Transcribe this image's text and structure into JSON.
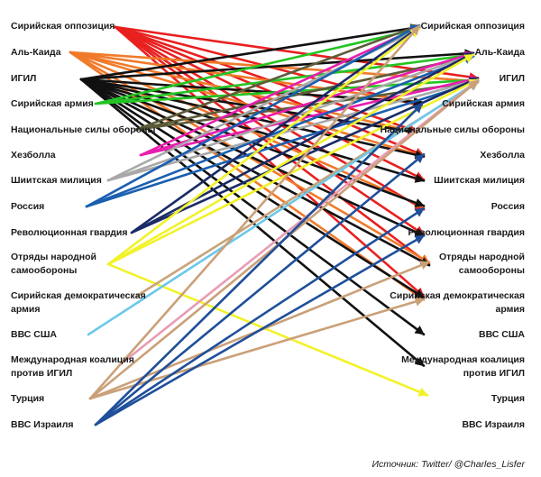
{
  "actors": [
    {
      "id": "syr_opp",
      "label": "Сирийская оппозиция",
      "color": "#e8201f"
    },
    {
      "id": "alqaeda",
      "label": "Аль-Каида",
      "color": "#f07a2a"
    },
    {
      "id": "isis",
      "label": "ИГИЛ",
      "color": "#111111"
    },
    {
      "id": "syr_army",
      "label": "Сирийская армия",
      "color": "#22c522"
    },
    {
      "id": "ndf",
      "label": "Национальные силы обороны",
      "color": "#5c5c3a"
    },
    {
      "id": "hezbollah",
      "label": "Хезболла",
      "color": "#e81eae"
    },
    {
      "id": "shia",
      "label": "Шиитская милиция",
      "color": "#a9a9a9"
    },
    {
      "id": "russia",
      "label": "Россия",
      "color": "#1a5fb0"
    },
    {
      "id": "irgc",
      "label": "Революционная гвардия",
      "color": "#1a2b66"
    },
    {
      "id": "ypg",
      "label": "Отряды народной самообороны",
      "color": "#f2f22a"
    },
    {
      "id": "sdf",
      "label": "Сирийская демократическая армия",
      "color": "#c8a47a"
    },
    {
      "id": "usaf",
      "label": "ВВС США",
      "color": "#6bc8ea"
    },
    {
      "id": "coalition",
      "label": "Международная коалиция против ИГИЛ",
      "color": "#e89cb4"
    },
    {
      "id": "turkey",
      "label": "Турция",
      "color": "#caa078"
    },
    {
      "id": "iaf",
      "label": "ВВС Израиля",
      "color": "#1f4f9a"
    }
  ],
  "left_labels": {
    "syr_opp": "Сирийская оппозиция",
    "alqaeda": "Аль-Каида",
    "isis": "ИГИЛ",
    "syr_army": "Сирийская армия",
    "ndf": "Национальные силы обороны",
    "hezbollah": "Хезболла",
    "shia": "Шиитская милиция",
    "russia": "Россия",
    "irgc": "Революционная гвардия",
    "ypg_1": "Отряды народной",
    "ypg_2": "самообороны",
    "sdf_1": "Сирийская демократическая",
    "sdf_2": "армия",
    "usaf": "ВВС США",
    "coalition_1": "Международная коалиция",
    "coalition_2": "против ИГИЛ",
    "turkey": "Турция",
    "iaf": "ВВС Израиля"
  },
  "right_labels": {
    "syr_opp": "Сирийская оппозиция",
    "alqaeda": "Аль-Каида",
    "isis": "ИГИЛ",
    "syr_army": "Сирийская армия",
    "ndf": "Национальные силы обороны",
    "hezbollah": "Хезболла",
    "shia": "Шиитская милиция",
    "russia": "Россия",
    "irgc": "Революционная гвардия",
    "ypg_1": "Отряды народной",
    "ypg_2": "самообороны",
    "sdf_1": "Сирийская демократическая",
    "sdf_2": "армия",
    "usaf": "ВВС США",
    "coalition_1": "Международная коалиция",
    "coalition_2": "против ИГИЛ",
    "turkey": "Турция",
    "iaf": "ВВС Израиля"
  },
  "links": [
    [
      "syr_opp",
      "isis"
    ],
    [
      "syr_opp",
      "syr_army"
    ],
    [
      "syr_opp",
      "ndf"
    ],
    [
      "syr_opp",
      "hezbollah"
    ],
    [
      "syr_opp",
      "shia"
    ],
    [
      "syr_opp",
      "russia"
    ],
    [
      "syr_opp",
      "irgc"
    ],
    [
      "syr_opp",
      "ypg"
    ],
    [
      "syr_opp",
      "sdf"
    ],
    [
      "alqaeda",
      "syr_army"
    ],
    [
      "alqaeda",
      "ndf"
    ],
    [
      "alqaeda",
      "hezbollah"
    ],
    [
      "alqaeda",
      "russia"
    ],
    [
      "alqaeda",
      "ypg"
    ],
    [
      "alqaeda",
      "sdf"
    ],
    [
      "alqaeda",
      "isis"
    ],
    [
      "isis",
      "syr_opp"
    ],
    [
      "isis",
      "alqaeda"
    ],
    [
      "isis",
      "syr_army"
    ],
    [
      "isis",
      "ndf"
    ],
    [
      "isis",
      "hezbollah"
    ],
    [
      "isis",
      "shia"
    ],
    [
      "isis",
      "russia"
    ],
    [
      "isis",
      "irgc"
    ],
    [
      "isis",
      "ypg"
    ],
    [
      "isis",
      "sdf"
    ],
    [
      "isis",
      "usaf"
    ],
    [
      "isis",
      "coalition"
    ],
    [
      "syr_army",
      "syr_opp"
    ],
    [
      "syr_army",
      "alqaeda"
    ],
    [
      "syr_army",
      "isis"
    ],
    [
      "ndf",
      "syr_opp"
    ],
    [
      "ndf",
      "alqaeda"
    ],
    [
      "ndf",
      "isis"
    ],
    [
      "hezbollah",
      "syr_opp"
    ],
    [
      "hezbollah",
      "alqaeda"
    ],
    [
      "hezbollah",
      "isis"
    ],
    [
      "shia",
      "syr_opp"
    ],
    [
      "shia",
      "alqaeda"
    ],
    [
      "shia",
      "isis"
    ],
    [
      "russia",
      "syr_opp"
    ],
    [
      "russia",
      "alqaeda"
    ],
    [
      "russia",
      "isis"
    ],
    [
      "irgc",
      "syr_opp"
    ],
    [
      "irgc",
      "alqaeda"
    ],
    [
      "irgc",
      "isis"
    ],
    [
      "ypg",
      "syr_opp"
    ],
    [
      "ypg",
      "alqaeda"
    ],
    [
      "ypg",
      "isis"
    ],
    [
      "ypg",
      "turkey"
    ],
    [
      "sdf",
      "isis"
    ],
    [
      "usaf",
      "isis"
    ],
    [
      "coalition",
      "isis"
    ],
    [
      "turkey",
      "syr_opp"
    ],
    [
      "turkey",
      "ypg"
    ],
    [
      "turkey",
      "sdf"
    ],
    [
      "turkey",
      "isis"
    ],
    [
      "iaf",
      "syr_army"
    ],
    [
      "iaf",
      "hezbollah"
    ],
    [
      "iaf",
      "irgc"
    ],
    [
      "iaf",
      "russia"
    ]
  ],
  "source": "Источник: Twitter/ @Charles_Lisfer"
}
